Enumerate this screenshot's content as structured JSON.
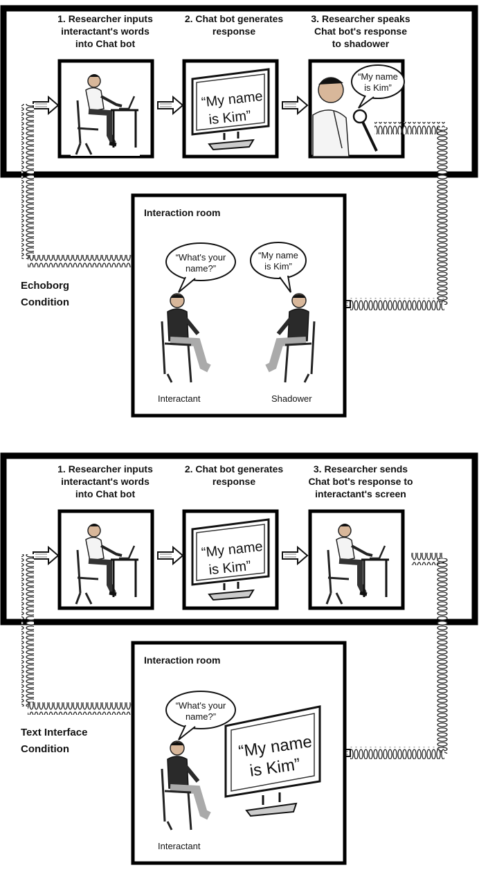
{
  "top": {
    "steps": [
      {
        "line1": "1. Researcher inputs",
        "line2": "interactant's words",
        "line3": "into Chat bot"
      },
      {
        "line1": "2. Chat bot generates",
        "line2": "response",
        "line3": ""
      },
      {
        "line1": "3. Researcher speaks",
        "line2": "Chat bot's response",
        "line3": "to shadower"
      }
    ],
    "monitor_text": {
      "line1": "“My name",
      "line2": "is Kim”"
    },
    "mic_bubble": {
      "line1": "“My name",
      "line2": "is Kim”"
    },
    "room_title": "Interaction room",
    "bubble_interactant": {
      "line1": "“What's your",
      "line2": "name?”"
    },
    "bubble_shadower": {
      "line1": "“My name",
      "line2": "is Kim”"
    },
    "label_interactant": "Interactant",
    "label_shadower": "Shadower",
    "condition": {
      "line1": "Echoborg",
      "line2": "Condition"
    }
  },
  "bottom": {
    "steps": [
      {
        "line1": "1. Researcher inputs",
        "line2": "interactant's words",
        "line3": "into Chat bot"
      },
      {
        "line1": "2. Chat bot generates",
        "line2": "response",
        "line3": ""
      },
      {
        "line1": "3. Researcher sends",
        "line2": "Chat bot's response to",
        "line3": "interactant's screen"
      }
    ],
    "monitor_text": {
      "line1": "“My name",
      "line2": "is Kim”"
    },
    "room_title": "Interaction room",
    "bubble_interactant": {
      "line1": "“What's your",
      "line2": "name?”"
    },
    "room_monitor_text": {
      "line1": "“My name",
      "line2": "is Kim”"
    },
    "label_interactant": "Interactant",
    "condition": {
      "line1": "Text Interface",
      "line2": "Condition"
    }
  }
}
